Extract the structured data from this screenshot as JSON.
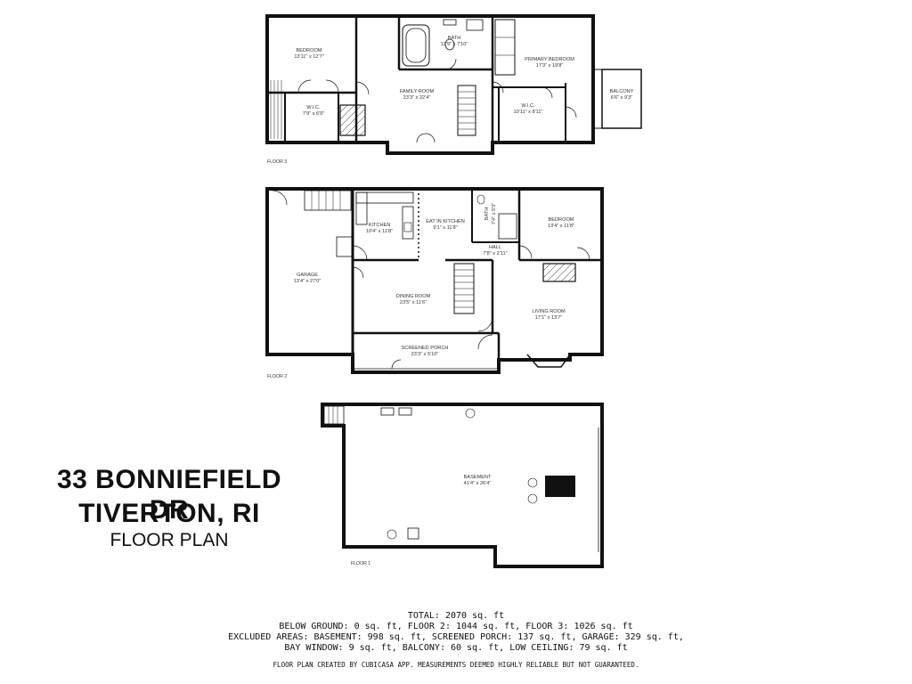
{
  "address": {
    "line1": "33 BONNIEFIELD DR",
    "line2": "TIVERTON, RI",
    "subtitle": "FLOOR PLAN"
  },
  "floors": {
    "floor3": {
      "label": "FLOOR 3",
      "rooms": [
        {
          "name": "BEDROOM",
          "size": "13'11\" x 12'7\""
        },
        {
          "name": "BATH",
          "size": "13'9\" x 7'10\""
        },
        {
          "name": "PRIMARY BEDROOM",
          "size": "17'3\" x 19'8\""
        },
        {
          "name": "FAMILY ROOM",
          "size": "23'3\" x 22'4\""
        },
        {
          "name": "W.I.C.",
          "size": "7'9\" x 6'9\""
        },
        {
          "name": "W.I.C.",
          "size": "10'11\" x 8'11\""
        },
        {
          "name": "BALCONY",
          "size": "6'6\" x 9'3\""
        }
      ]
    },
    "floor2": {
      "label": "FLOOR 2",
      "rooms": [
        {
          "name": "KITCHEN",
          "size": "10'4\" x 11'8\""
        },
        {
          "name": "EAT IN KITCHEN",
          "size": "9'1\" x 11'8\""
        },
        {
          "name": "BEDROOM",
          "size": "13'4\" x 11'8\""
        },
        {
          "name": "HALL",
          "size": "7'8\" x 2'11\""
        },
        {
          "name": "GARAGE",
          "size": "13'4\" x 27'0\""
        },
        {
          "name": "DINING ROOM",
          "size": "23'5\" x 11'6\""
        },
        {
          "name": "LIVING ROOM",
          "size": "17'1\" x 13'7\""
        },
        {
          "name": "SCREENED PORCH",
          "size": "23'3\" x 5'10\""
        },
        {
          "name": "BATH",
          "size": "7'4\" x 5'3\""
        }
      ]
    },
    "floor1": {
      "label": "FLOOR 1",
      "rooms": [
        {
          "name": "BASEMENT",
          "size": "41'4\" x 26'4\""
        }
      ]
    }
  },
  "stats": {
    "line1": "TOTAL: 2070 sq. ft",
    "line2": "BELOW GROUND: 0 sq. ft, FLOOR 2: 1044 sq. ft, FLOOR 3: 1026 sq. ft",
    "line3": "EXCLUDED AREAS: BASEMENT: 998 sq. ft, SCREENED PORCH: 137 sq. ft, GARAGE: 329 sq. ft,",
    "line4": "BAY WINDOW: 9 sq. ft, BALCONY: 60 sq. ft, LOW CEILING: 79 sq. ft"
  },
  "credit": "FLOOR PLAN CREATED BY CUBICASA APP. MEASUREMENTS DEEMED HIGHLY RELIABLE BUT NOT GUARANTEED."
}
